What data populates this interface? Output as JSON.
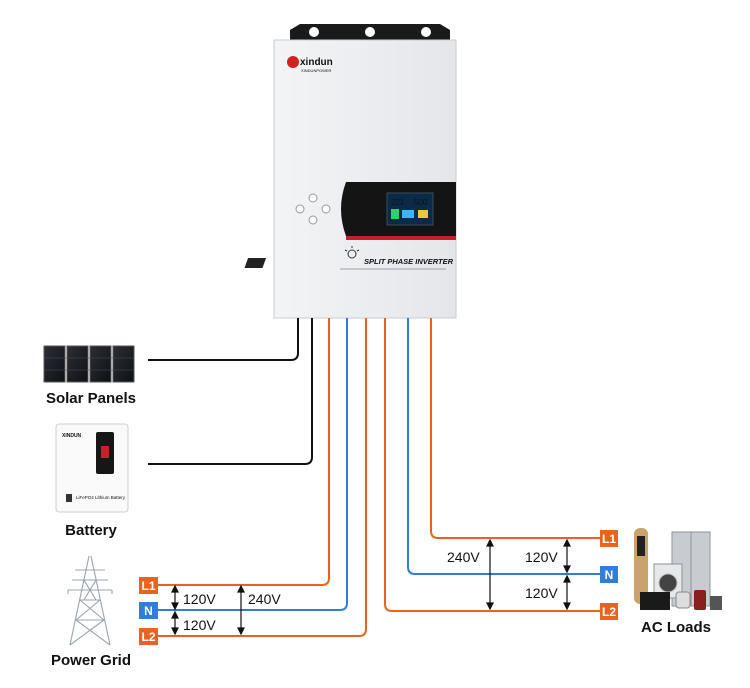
{
  "inverter": {
    "brand": "xindun",
    "brand_sub": "XINDUNPOWER",
    "model_text": "SPLIT PHASE INVERTER",
    "display_left": "221",
    "display_right": "500"
  },
  "battery_unit": {
    "brand": "XINDUN",
    "model": "LiFePO4 Lithium Battery"
  },
  "sources": {
    "solar_label": "Solar Panels",
    "battery_label": "Battery",
    "grid_label": "Power Grid"
  },
  "loads": {
    "label": "AC Loads"
  },
  "grid_terminals": {
    "l1": "L1",
    "n": "N",
    "l2": "L2",
    "v_l1_n": "120V",
    "v_n_l2": "120V",
    "v_l1_l2": "240V"
  },
  "load_terminals": {
    "l1": "L1",
    "n": "N",
    "l2": "L2",
    "v_l1_n": "120V",
    "v_n_l2": "120V",
    "v_l1_l2": "240V"
  },
  "colors": {
    "line": "#e8641e",
    "neutral": "#2f7fd8",
    "dc": "#111111"
  }
}
